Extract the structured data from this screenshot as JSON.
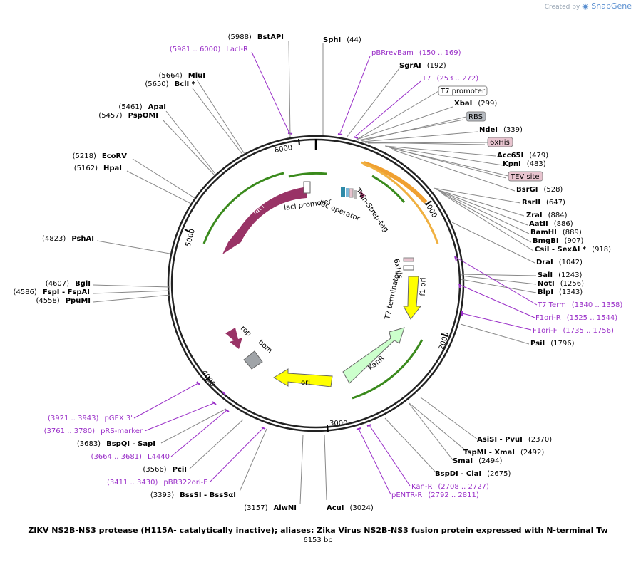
{
  "branding": {
    "created_by": "Created by",
    "logo": "SnapGene"
  },
  "caption": "ZIKV NS2B-NS3 protease (H115A- catalytically inactive); aliases: Zika Virus NS2B-NS3 fusion protein expressed with N-terminal Tw",
  "length_label": "6153 bp",
  "ticks": [
    "1000",
    "2000",
    "3000",
    "4000",
    "5000",
    "6000"
  ],
  "right_sites": [
    {
      "name": "SphI",
      "pos": "(44)"
    },
    {
      "name": "SgrAI",
      "pos": "(192)"
    },
    {
      "name": "XbaI",
      "pos": "(299)"
    },
    {
      "name": "NdeI",
      "pos": "(339)"
    },
    {
      "name": "Acc65I",
      "pos": "(479)"
    },
    {
      "name": "KpnI",
      "pos": "(483)"
    },
    {
      "name": "BsrGI",
      "pos": "(528)"
    },
    {
      "name": "RsrII",
      "pos": "(647)"
    },
    {
      "name": "ZraI",
      "pos": "(884)"
    },
    {
      "name": "AatII",
      "pos": "(886)"
    },
    {
      "name": "BamHI",
      "pos": "(889)"
    },
    {
      "name": "BmgBI",
      "pos": "(907)"
    },
    {
      "name": "CsiI  -  SexAI *",
      "pos": "(918)"
    },
    {
      "name": "DraI",
      "pos": "(1042)"
    },
    {
      "name": "SalI",
      "pos": "(1243)"
    },
    {
      "name": "NotI",
      "pos": "(1256)"
    },
    {
      "name": "BlpI",
      "pos": "(1343)"
    },
    {
      "name": "PsiI",
      "pos": "(1796)"
    },
    {
      "name": "AsiSI  -  PvuI",
      "pos": "(2370)"
    },
    {
      "name": "TspMI  -  XmaI",
      "pos": "(2492)"
    },
    {
      "name": "SmaI",
      "pos": "(2494)"
    },
    {
      "name": "BspDI  -  ClaI",
      "pos": "(2675)"
    },
    {
      "name": "AcuI",
      "pos": "(3024)"
    }
  ],
  "left_sites": [
    {
      "name": "BstAPI",
      "pos": "(5988)"
    },
    {
      "name": "MluI",
      "pos": "(5664)"
    },
    {
      "name": "BclI *",
      "pos": "(5650)"
    },
    {
      "name": "ApaI",
      "pos": "(5461)"
    },
    {
      "name": "PspOMI",
      "pos": "(5457)"
    },
    {
      "name": "EcoRV",
      "pos": "(5218)"
    },
    {
      "name": "HpaI",
      "pos": "(5162)"
    },
    {
      "name": "PshAI",
      "pos": "(4823)"
    },
    {
      "name": "BglI",
      "pos": "(4607)"
    },
    {
      "name": "FspI  -  FspAI",
      "pos": "(4586)"
    },
    {
      "name": "PpuMI",
      "pos": "(4558)"
    },
    {
      "name": "BspQI  -  SapI",
      "pos": "(3683)"
    },
    {
      "name": "PciI",
      "pos": "(3566)"
    },
    {
      "name": "BssSI  -  BssSαI",
      "pos": "(3393)"
    },
    {
      "name": "AlwNI",
      "pos": "(3157)"
    }
  ],
  "primers": [
    {
      "name": "LacI-R",
      "range": "(5981 .. 6000)"
    },
    {
      "name": "pBRrevBam",
      "range": "(150 .. 169)"
    },
    {
      "name": "T7",
      "range": "(253 .. 272)"
    },
    {
      "name": "T7 Term",
      "range": "(1340 .. 1358)"
    },
    {
      "name": "F1ori-R",
      "range": "(1525 .. 1544)"
    },
    {
      "name": "F1ori-F",
      "range": "(1735 .. 1756)"
    },
    {
      "name": "pGEX 3'",
      "range": "(3921 .. 3943)"
    },
    {
      "name": "pRS-marker",
      "range": "(3761 .. 3780)"
    },
    {
      "name": "L4440",
      "range": "(3664 .. 3681)"
    },
    {
      "name": "pBR322ori-F",
      "range": "(3411 .. 3430)"
    },
    {
      "name": "Kan-R",
      "range": "(2708 .. 2727)"
    },
    {
      "name": "pENTR-R",
      "range": "(2792 .. 2811)"
    }
  ],
  "boxed_features": [
    {
      "name": "T7 promoter",
      "color": "#ffffff"
    },
    {
      "name": "RBS",
      "color": "#b4b9bf"
    },
    {
      "name": "6xHis",
      "color": "#e8c4cf"
    },
    {
      "name": "TEV site",
      "color": "#e8c4cf"
    }
  ],
  "inner_features": {
    "lacI": "lacI",
    "lacI_promoter": "lacI promoter",
    "lac_operator": "lac operator",
    "twin_strep": "Twin-Strep-tag",
    "his6": "6xHis",
    "t7_terminator": "T7 terminator",
    "f1_ori": "f1 ori",
    "kanR": "KanR",
    "ori": "ori",
    "rop": "rop",
    "bom": "bom"
  },
  "colors": {
    "lacI": "#993366",
    "ori": "#ffff00",
    "f1_ori": "#ffff00",
    "kanR": "#ccffcc",
    "bom": "#a0a4a8",
    "rop": "#993366",
    "orf_green": "#3a8a1c",
    "orf_orange": "#f0a030",
    "primer": "#9a30c8"
  }
}
